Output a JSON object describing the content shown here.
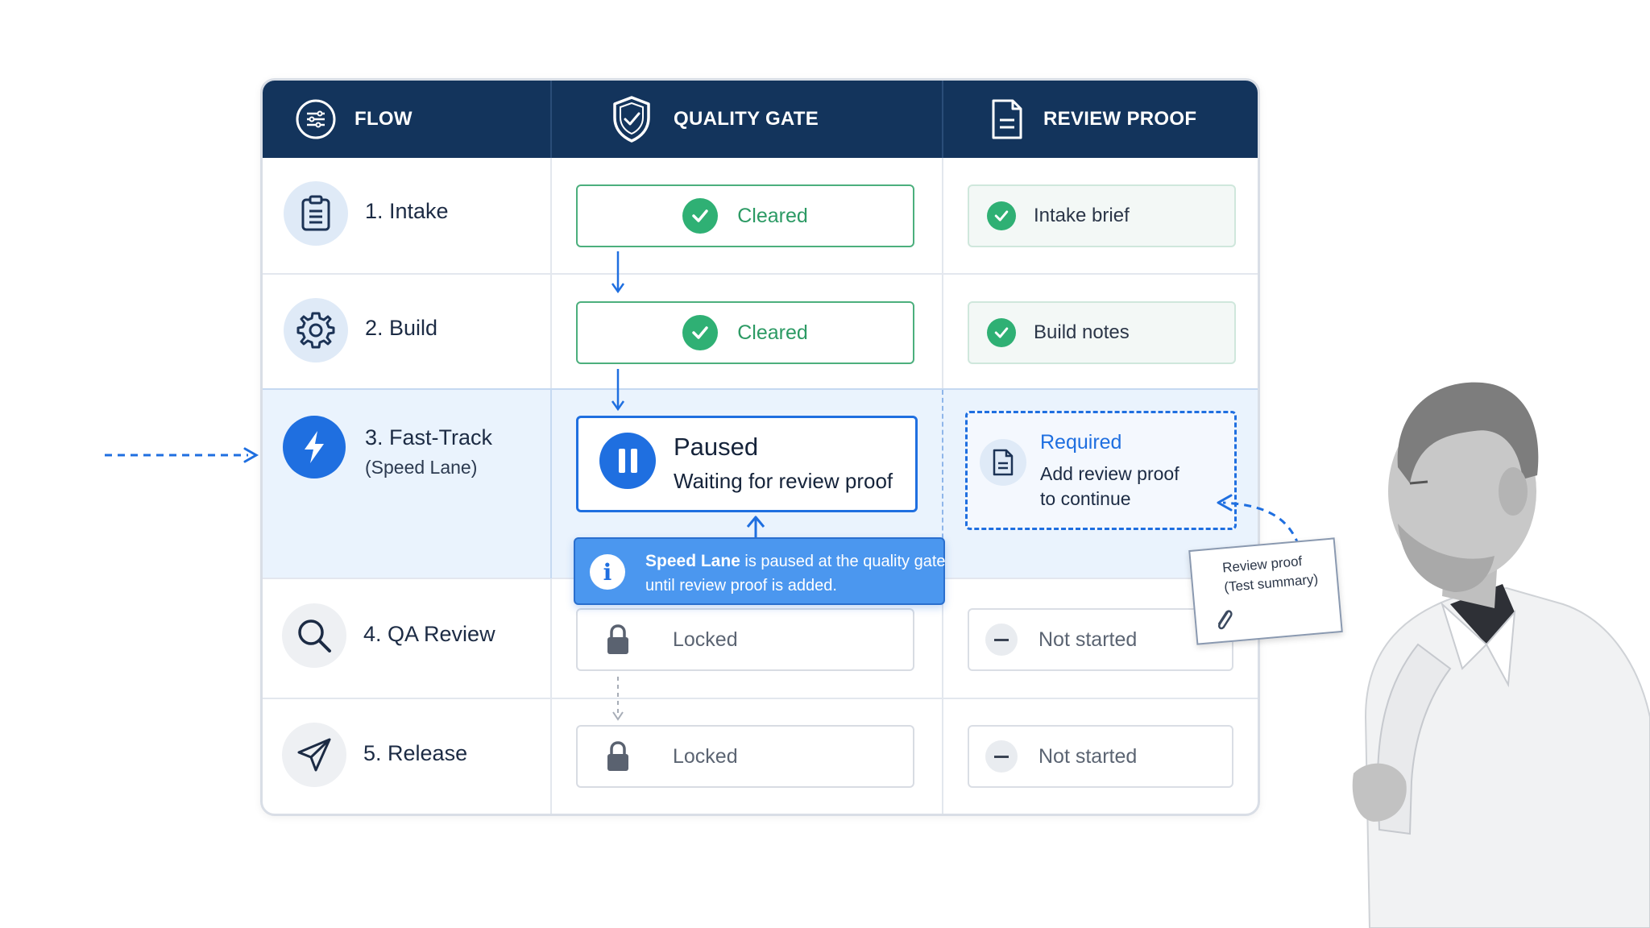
{
  "header": {
    "flow": "FLOW",
    "quality_gate": "QUALITY GATE",
    "review_proof": "REVIEW PROOF"
  },
  "steps": [
    {
      "label": "1. Intake",
      "icon": "clipboard-icon",
      "gate": "Cleared",
      "proof": "Intake brief"
    },
    {
      "label": "2. Build",
      "icon": "gear-icon",
      "gate": "Cleared",
      "proof": "Build notes"
    },
    {
      "label": "3. Fast-Track",
      "sublabel": "(Speed Lane)",
      "icon": "lightning-icon",
      "gate_title": "Paused",
      "gate_sub": "Waiting for review proof",
      "proof_title": "Required",
      "proof_line1": "Add review proof",
      "proof_line2": "to continue"
    },
    {
      "label": "4. QA Review",
      "icon": "magnifier-icon",
      "gate": "Locked",
      "proof": "Not started"
    },
    {
      "label": "5. Release",
      "icon": "paper-plane-icon",
      "gate": "Locked",
      "proof": "Not started"
    }
  ],
  "tooltip": {
    "line1_bold": "Speed Lane",
    "line1_rest": " is paused at the quality gate",
    "line2": "until review proof is added."
  },
  "card": {
    "line1": "Review proof",
    "line2": "(Test summary)"
  },
  "colors": {
    "header": "#13345c",
    "accent_blue": "#1f6fe0",
    "cleared_green": "#2fb074",
    "active_row": "#eaf3fd"
  }
}
